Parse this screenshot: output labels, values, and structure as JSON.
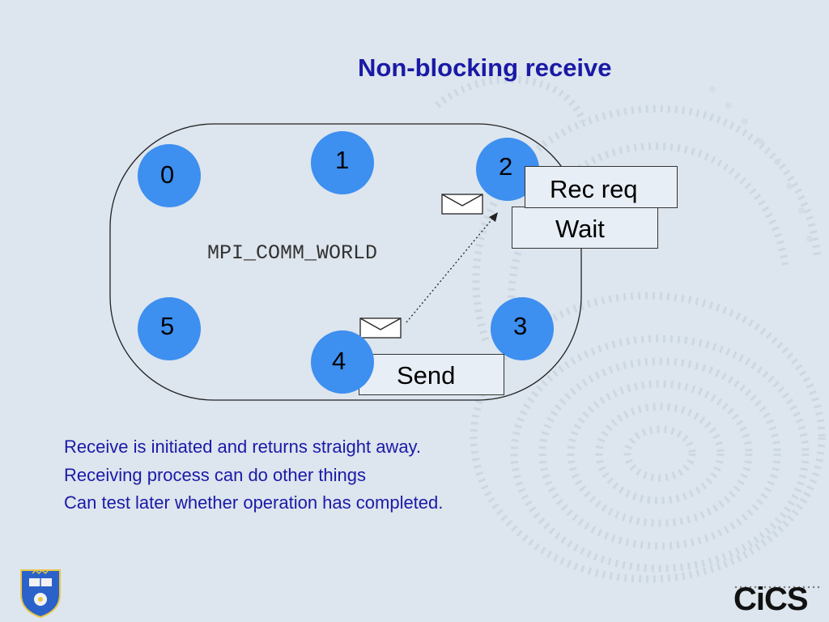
{
  "slide": {
    "title": "Non-blocking receive",
    "communicator_label": "MPI_COMM_WORLD"
  },
  "processes": [
    {
      "rank": "0"
    },
    {
      "rank": "1"
    },
    {
      "rank": "2"
    },
    {
      "rank": "3"
    },
    {
      "rank": "4"
    },
    {
      "rank": "5"
    }
  ],
  "boxes": {
    "rec_req": "Rec req",
    "wait": "Wait",
    "send": "Send"
  },
  "bullets": [
    "Receive is initiated and returns straight away.",
    "Receiving process can do other things",
    "Can test later whether operation has completed."
  ],
  "logos": {
    "cics": "CiCS"
  },
  "colors": {
    "title": "#1a1aa6",
    "node_fill": "#3d8ff0",
    "bullet_text": "#1a1aa6",
    "background": "#dde5ee"
  }
}
